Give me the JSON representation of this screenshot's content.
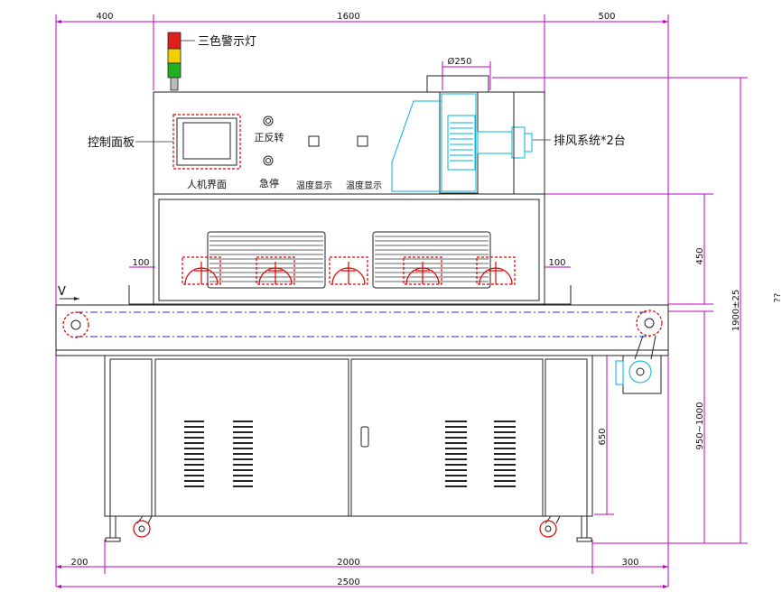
{
  "dimensions": {
    "top_left": "400",
    "top_mid": "1600",
    "top_right": "500",
    "duct_dia": "Ø250",
    "left_100": "100",
    "right_100": "100",
    "h_450": "450",
    "h_total": "1900±25",
    "h_650": "650",
    "h_950": "950~1000",
    "bot_200": "200",
    "bot_2000": "2000",
    "bot_300": "300",
    "bot_2500": "2500",
    "edge_mark": "??"
  },
  "labels": {
    "tower_light": "三色警示灯",
    "control_panel": "控制面板",
    "hmi": "人机界面",
    "fwd_rev": "正反转",
    "estop": "急停",
    "temp1": "温度显示",
    "temp2": "温度显示",
    "exhaust": "排风系统*2台",
    "v": "V"
  },
  "colors": {
    "dimension": "#c000c0",
    "outline": "#222222",
    "lamp": "#e00000",
    "fan": "#00b4d8",
    "light_red": "#e02020",
    "light_yellow": "#f0d000",
    "light_green": "#20b020"
  }
}
